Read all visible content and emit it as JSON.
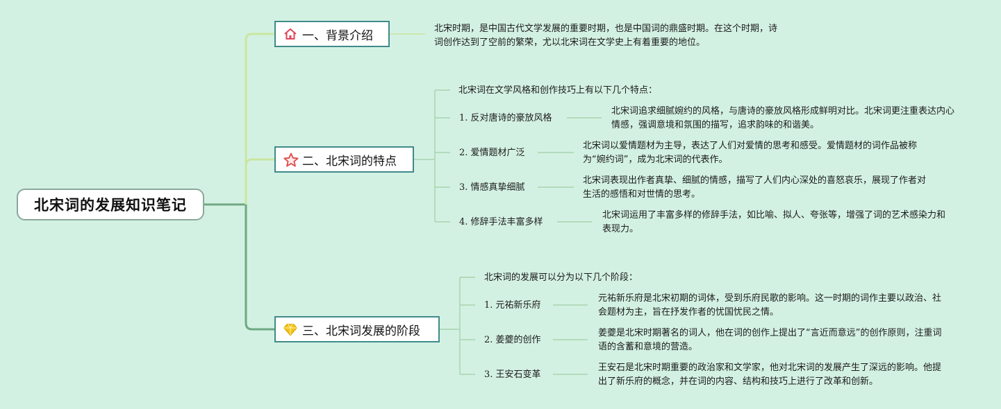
{
  "root": {
    "title": "北宋词的发展知识笔记"
  },
  "branches": [
    {
      "title": "一、背景介绍",
      "icon": "house-icon",
      "text": "北宋时期，是中国古代文学发展的重要时期，也是中国词的鼎盛时期。在这个时期，诗词创作达到了空前的繁荣，尤以北宋词在文学史上有着重要的地位。"
    },
    {
      "title": "二、北宋词的特点",
      "icon": "star-icon",
      "intro": "北宋词在文学风格和创作技巧上有以下几个特点：",
      "items": [
        {
          "label": "1. 反对唐诗的豪放风格",
          "desc": "北宋词追求细腻婉约的风格，与唐诗的豪放风格形成鲜明对比。北宋词更注重表达内心情感，强调意境和氛围的描写，追求韵味的和谐美。"
        },
        {
          "label": "2. 爱情题材广泛",
          "desc": "北宋词以爱情题材为主导，表达了人们对爱情的思考和感受。爱情题材的词作品被称为“婉约词”，成为北宋词的代表作。"
        },
        {
          "label": "3. 情感真挚细腻",
          "desc": "北宋词表现出作者真挚、细腻的情感，描写了人们内心深处的喜怒哀乐，展现了作者对生活的感悟和对世情的思考。"
        },
        {
          "label": "4. 修辞手法丰富多样",
          "desc": "北宋词运用了丰富多样的修辞手法，如比喻、拟人、夸张等，增强了词的艺术感染力和表现力。"
        }
      ]
    },
    {
      "title": "三、北宋词发展的阶段",
      "icon": "diamond-icon",
      "intro": "北宋词的发展可以分为以下几个阶段：",
      "items": [
        {
          "label": "1. 元祐新乐府",
          "desc": "元祐新乐府是北宋初期的词体，受到乐府民歌的影响。这一时期的词作主要以政治、社会题材为主，旨在抒发作者的忧国忧民之情。"
        },
        {
          "label": "2. 姜夔的创作",
          "desc": "姜夔是北宋时期著名的词人，他在词的创作上提出了“言近而意远”的创作原则，注重词语的含蓄和意境的营造。"
        },
        {
          "label": "3. 王安石变革",
          "desc": "王安石是北宋时期重要的政治家和文学家，他对北宋词的发展产生了深远的影响。他提出了新乐府的概念，并在词的内容、结构和技巧上进行了改革和创新。"
        }
      ]
    }
  ],
  "colors": {
    "background": "#d3f1e2",
    "root_border": "#8aa89a",
    "branch_border": "#3f8a8a",
    "trunk_line": "#6fa883",
    "branch1_line": "#c9e6a0",
    "leaf_line": "#a8d4b0",
    "house_icon": "#e0445c",
    "star_icon": "#e04848",
    "diamond_icon": "#f5c518"
  }
}
